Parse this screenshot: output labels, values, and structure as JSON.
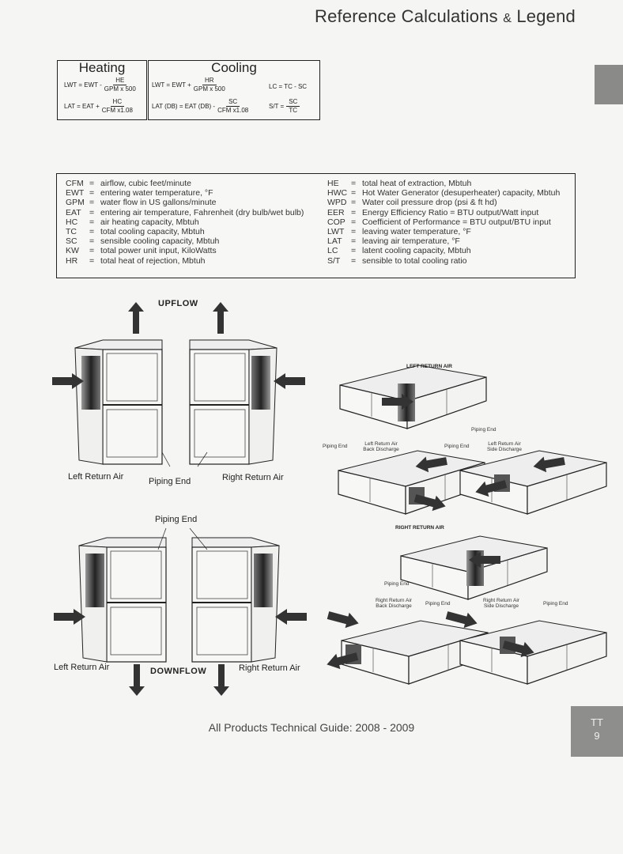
{
  "header": {
    "title_main": "Reference Calculations",
    "title_amp": "&",
    "title_end": "Legend"
  },
  "heating": {
    "title": "Heating",
    "f1": {
      "lhs": "LWT = EWT -",
      "num": "HE",
      "den": "GPM x 500"
    },
    "f2": {
      "lhs": "LAT = EAT +",
      "num": "HC",
      "den": "CFM x1.08"
    }
  },
  "cooling": {
    "title": "Cooling",
    "f1": {
      "lhs": "LWT = EWT +",
      "num": "HR",
      "den": "GPM x 500"
    },
    "f2": {
      "lhs": "LAT (DB) = EAT (DB) -",
      "num": "SC",
      "den": "CFM x1.08"
    },
    "f3": {
      "lhs": "LC = TC - SC"
    },
    "f4": {
      "lhs": "S/T =",
      "num": "SC",
      "den": "TC"
    }
  },
  "legend": {
    "left": [
      {
        "abbr": "CFM",
        "def": "airflow, cubic feet/minute"
      },
      {
        "abbr": "EWT",
        "def": "entering water temperature, °F"
      },
      {
        "abbr": "GPM",
        "def": "water flow in US gallons/minute"
      },
      {
        "abbr": "EAT",
        "def": "entering air temperature, Fahrenheit (dry bulb/wet bulb)"
      },
      {
        "abbr": "HC",
        "def": "air heating capacity, Mbtuh"
      },
      {
        "abbr": "TC",
        "def": "total cooling capacity, Mbtuh"
      },
      {
        "abbr": "SC",
        "def": "sensible cooling capacity, Mbtuh"
      },
      {
        "abbr": "KW",
        "def": "total power unit input, KiloWatts"
      },
      {
        "abbr": "HR",
        "def": "total heat of rejection, Mbtuh"
      }
    ],
    "right": [
      {
        "abbr": "HE",
        "def": "total heat of extraction, Mbtuh"
      },
      {
        "abbr": "HWC",
        "def": "Hot Water Generator (desuperheater) capacity, Mbtuh"
      },
      {
        "abbr": "WPD",
        "def": "Water coil pressure drop (psi & ft hd)"
      },
      {
        "abbr": "EER",
        "def": "Energy Efficiency Ratio = BTU output/Watt input"
      },
      {
        "abbr": "COP",
        "def": "Coefficient of Performance = BTU output/BTU input"
      },
      {
        "abbr": "LWT",
        "def": "leaving water temperature, °F"
      },
      {
        "abbr": "LAT",
        "def": "leaving air temperature, °F"
      },
      {
        "abbr": "LC",
        "def": "latent cooling capacity, Mbtuh"
      },
      {
        "abbr": "S/T",
        "def": "sensible to total cooling ratio"
      }
    ]
  },
  "vertical": {
    "upflow": "UPFLOW",
    "downflow": "DOWNFLOW",
    "left_return": "Left Return Air",
    "right_return": "Right Return Air",
    "piping_end": "Piping End"
  },
  "horizontal": {
    "left_title": "LEFT RETURN AIR",
    "right_title": "RIGHT RETURN AIR",
    "piping_end": "Piping End",
    "lr_back": "Left Return Air Back Discharge",
    "lr_side": "Left Return Air Side Discharge",
    "rr_back": "Right Return Air Back Discharge",
    "rr_side": "Right Return Air Side Discharge"
  },
  "footer": "All Products Technical Guide: 2008 - 2009",
  "page_tab": {
    "section": "TT",
    "page": "9"
  }
}
